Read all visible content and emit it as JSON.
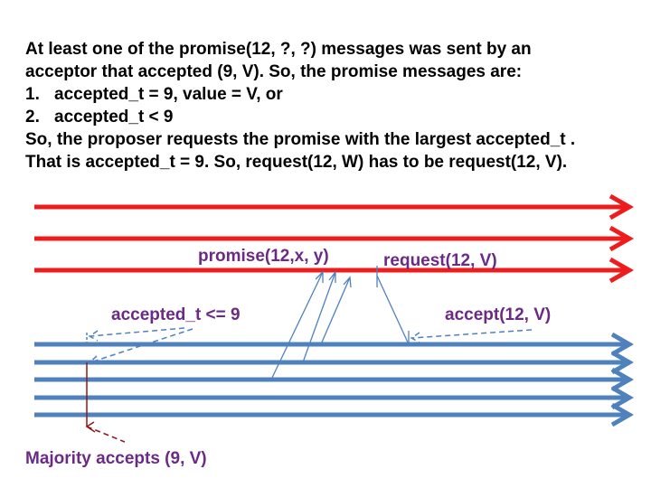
{
  "text": {
    "line1": "At least one of the promise(12, ?, ?) messages was sent by an",
    "line2": "acceptor that accepted (9, V). So, the promise messages are:",
    "item1_num": "1.",
    "item1_text": "accepted_t  = 9, value = V, or",
    "item2_num": "2.",
    "item2_text": "accepted_t < 9",
    "line5": "So, the proposer requests the promise with the largest accepted_t .",
    "line6": "That is accepted_t = 9. So, request(12, W) has to be request(12, V)."
  },
  "diagram": {
    "labels": {
      "promise": "promise(12,x, y)",
      "request": "request(12, V)",
      "accepted_le": "accepted_t <= 9",
      "accept": "accept(12, V)",
      "majority": "Majority accepts (9, V)"
    },
    "colors": {
      "proposer_line": "#ee1c1c",
      "acceptor_line": "#4f81bd",
      "label_text": "#6b2a84",
      "message_line": "#4f81bd",
      "majority_marker": "#8b1a1a"
    }
  }
}
